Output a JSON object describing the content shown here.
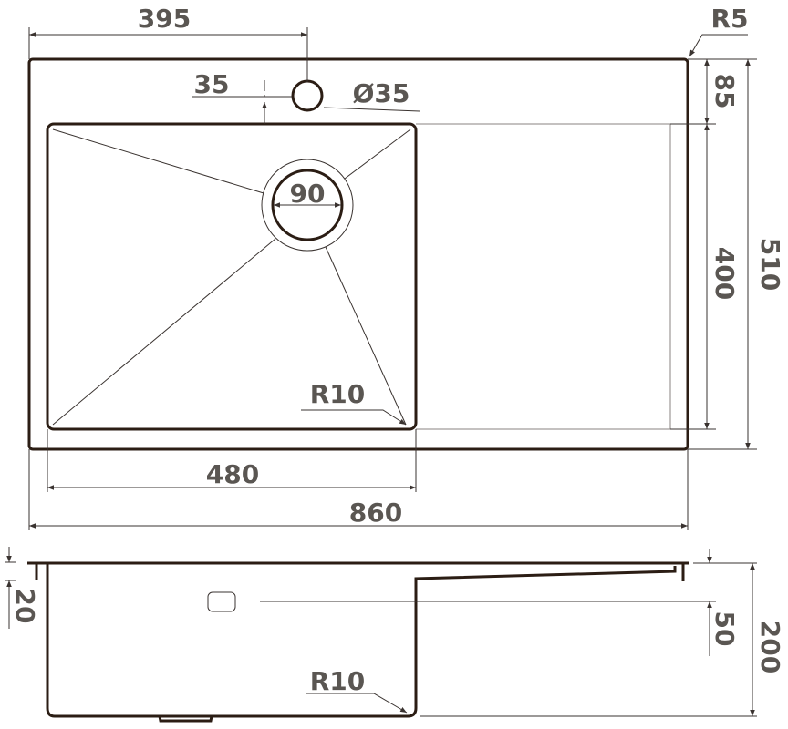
{
  "top_view": {
    "dims": {
      "width_to_tap": "395",
      "corner_radius": "R5",
      "tap_offset": "35",
      "tap_hole": "Ø35",
      "drain": "90",
      "bowl_radius": "R10",
      "top_margin": "85",
      "bowl_depth_plan": "400",
      "total_depth": "510",
      "bowl_width": "480",
      "total_width": "860"
    }
  },
  "side_view": {
    "dims": {
      "rim_height": "20",
      "overflow_height": "50",
      "total_height": "200",
      "bottom_radius": "R10"
    }
  },
  "colors": {
    "outline": "#2b1d14",
    "labels": "#5a5652"
  }
}
